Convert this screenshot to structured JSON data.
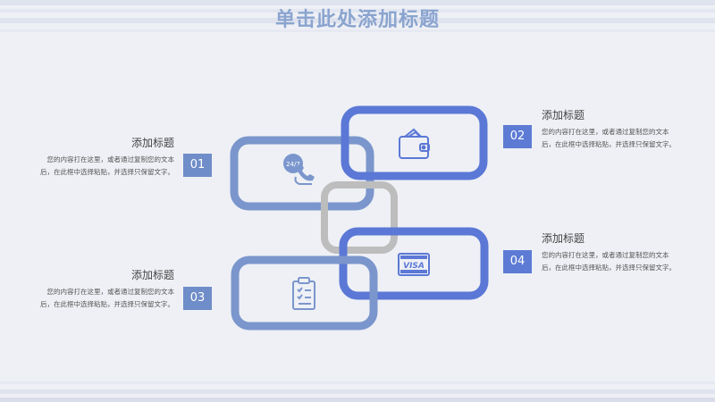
{
  "title": "单击此处添加标题",
  "items": [
    {
      "number": "01",
      "heading": "添加标题",
      "text": "您的内容打在这里，或者通过复制您的文本后，在此框中选择粘贴，并选择只保留文字。"
    },
    {
      "number": "02",
      "heading": "添加标题",
      "text": "您的内容打在这里，或者通过复制您的文本后，在此框中选择粘贴，并选择只保留文字。"
    },
    {
      "number": "03",
      "heading": "添加标题",
      "text": "您的内容打在这里，或者通过复制您的文本后，在此框中选择粘贴，并选择只保留文字。"
    },
    {
      "number": "04",
      "heading": "添加标题",
      "text": "您的内容打在这里，或者通过复制您的文本后，在此框中选择粘贴，并选择只保留文字。"
    }
  ],
  "icons": {
    "link1": "phone-247-icon",
    "link2": "wallet-icon",
    "link3": "clipboard-icon",
    "link4": "visa-card-icon"
  },
  "icon_texts": {
    "phone": "24/7",
    "card": "VISA"
  },
  "colors": {
    "link_mid_blue": "#7b96cc",
    "link_blue": "#5b78d6",
    "link_gray": "#bdbdbd",
    "title": "#8aa4cf"
  }
}
